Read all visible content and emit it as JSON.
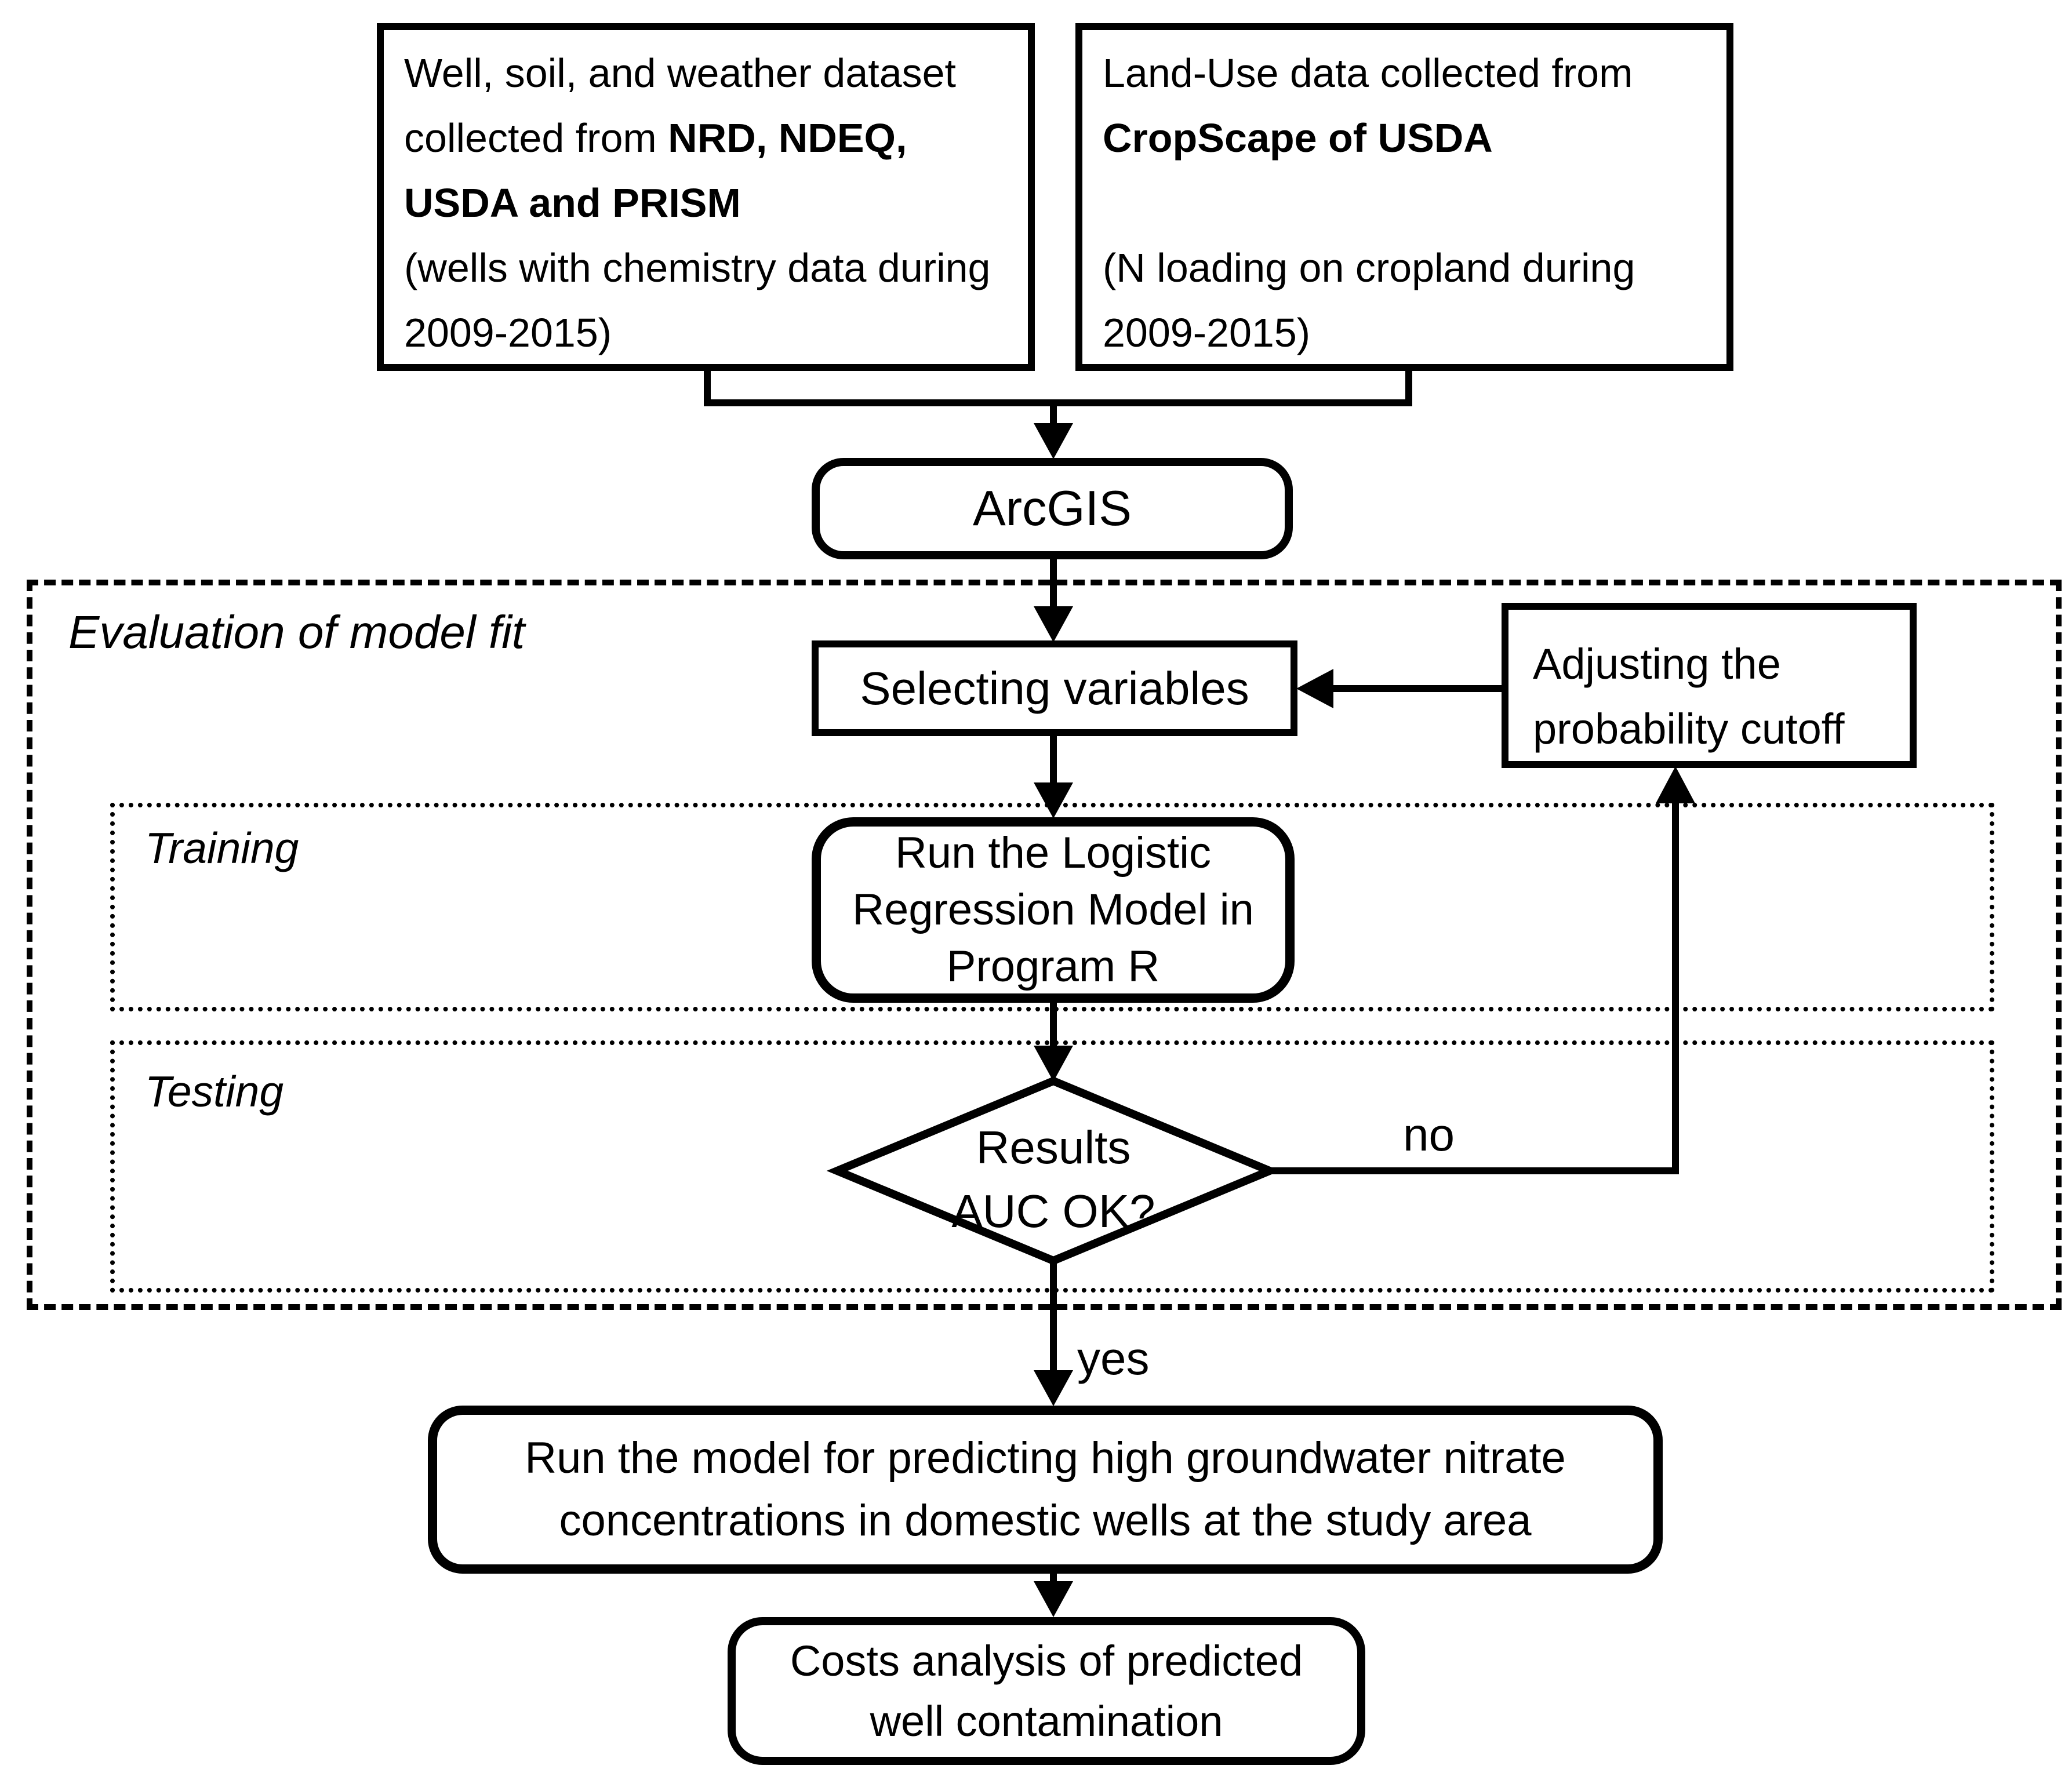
{
  "style": {
    "ink": "#000000",
    "paper": "#ffffff"
  },
  "nodes": {
    "well": {
      "text": "Well, soil, and weather dataset collected from ",
      "text_bold": "NRD, NDEQ, USDA and PRISM",
      "note": "(wells with chemistry data during 2009-2015)"
    },
    "landuse": {
      "text": "Land-Use data collected from ",
      "text_bold": "CropScape of USDA",
      "note": "(N loading on cropland during 2009-2015)"
    },
    "arcgis": {
      "label": "ArcGIS"
    },
    "selecting": {
      "label": "Selecting variables"
    },
    "adjusting": {
      "line1": "Adjusting the",
      "line2": "probability cutoff"
    },
    "run_model": {
      "label": "Run the Logistic Regression Model in Program R"
    },
    "decision": {
      "line1": "Results",
      "line2": "AUC OK?"
    },
    "prediction": {
      "label": "Run the model for predicting high groundwater nitrate concentrations in domestic wells at the study area"
    },
    "costs": {
      "label": "Costs analysis of predicted well contamination"
    }
  },
  "regions": {
    "evaluation": {
      "label": "Evaluation of model fit"
    },
    "training": {
      "label": "Training"
    },
    "testing": {
      "label": "Testing"
    }
  },
  "edges": {
    "no": "no",
    "yes": "yes"
  }
}
